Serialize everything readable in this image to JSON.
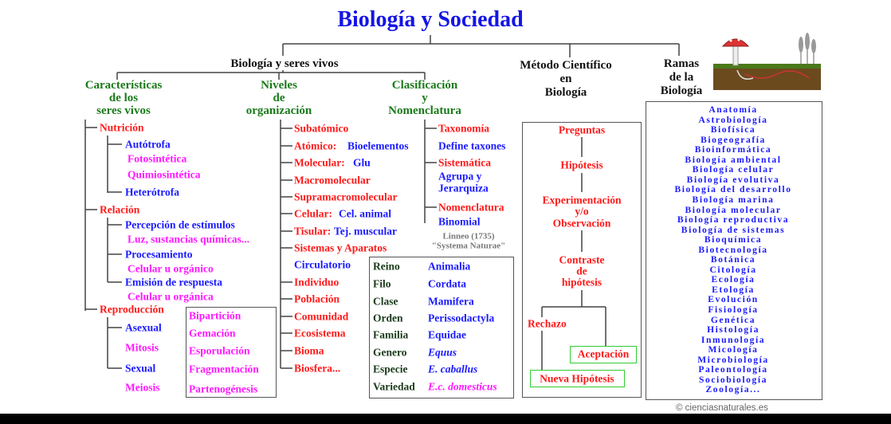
{
  "title": "Biología y Sociedad",
  "copyright": "© cienciasnaturales.es",
  "branch1": {
    "title": "Biología y seres vivos"
  },
  "caracteristicas": {
    "header": [
      "Características",
      "de los",
      "seres vivos"
    ],
    "items": [
      "Nutrición",
      "Autótrofa",
      "Fotosintética",
      "Quimiosintética",
      "Heterótrofa",
      "Relación",
      "Percepción de estímulos",
      "Luz, sustancias químicas...",
      "Procesamiento",
      "Celular u orgánico",
      "Emisión de respuesta",
      "Celular u orgánica",
      "Reproducción",
      "Asexual",
      "Mitosis",
      "Sexual",
      "Meiosis"
    ],
    "asexual_box": [
      "Bipartición",
      "Gemación",
      "Esporulación",
      "Fragmentación",
      "Partenogénesis"
    ]
  },
  "niveles": {
    "header": [
      "Niveles",
      "de",
      "organización"
    ],
    "items": [
      [
        "Subatómico",
        ""
      ],
      [
        "Atómico:",
        "Bioelementos"
      ],
      [
        "Molecular:",
        "Glu"
      ],
      [
        "Macromolecular",
        ""
      ],
      [
        "Supramacromolecular",
        ""
      ],
      [
        "Celular:",
        "Cel. animal"
      ],
      [
        "Tisular:",
        "Tej. muscular"
      ],
      [
        "Sistemas y Aparatos",
        ""
      ],
      [
        "",
        "Circulatorio"
      ],
      [
        "Individuo",
        ""
      ],
      [
        "Población",
        ""
      ],
      [
        "Comunidad",
        ""
      ],
      [
        "Ecosistema",
        ""
      ],
      [
        "Bioma",
        ""
      ],
      [
        "Biosfera...",
        ""
      ]
    ]
  },
  "clasificacion": {
    "header": [
      "Clasificación",
      "y",
      "Nomenclatura"
    ],
    "items": [
      "Taxonomía",
      "Define taxones",
      "Sistemática",
      "Agrupa y",
      "Jerarquiza",
      "Nomenclatura",
      "Binomial"
    ],
    "linneo": [
      "Linneo (1735)",
      "\"Systema Naturae\""
    ],
    "taxonomy": [
      [
        "Reino",
        "Animalia"
      ],
      [
        "Filo",
        "Cordata"
      ],
      [
        "Clase",
        "Mamifera"
      ],
      [
        "Orden",
        "Perissodactyla"
      ],
      [
        "Familia",
        "Equidae"
      ],
      [
        "Genero",
        "Equus"
      ],
      [
        "Especie",
        "E. caballus"
      ],
      [
        "Variedad",
        "E.c. domesticus"
      ]
    ]
  },
  "metodo": {
    "header": [
      "Método Científico",
      "en",
      "Biología"
    ],
    "steps": [
      "Preguntas",
      "Hipótesis",
      "Experimentación",
      "y/o",
      "Observación",
      "Contraste",
      "de",
      "hipótesis",
      "Rechazo",
      "Aceptación",
      "Nueva Hipótesis"
    ]
  },
  "ramas": {
    "header": [
      "Ramas",
      "de la",
      "Biología"
    ],
    "items": [
      "Anatomía",
      "Astrobiología",
      "Biofísica",
      "Biogeografía",
      "Bioinformática",
      "Biología ambiental",
      "Biología celular",
      "Biología evolutiva",
      "Biología del desarrollo",
      "Biología marina",
      "Biología molecular",
      "Biología reproductiva",
      "Biología de sistemas",
      "Bioquímica",
      "Biotecnología",
      "Botánica",
      "Citología",
      "Ecología",
      "Etología",
      "Evolución",
      "Fisiología",
      "Genética",
      "Histología",
      "Inmunología",
      "Micología",
      "Microbiología",
      "Paleontología",
      "Sociobiología",
      "Zoología..."
    ]
  }
}
